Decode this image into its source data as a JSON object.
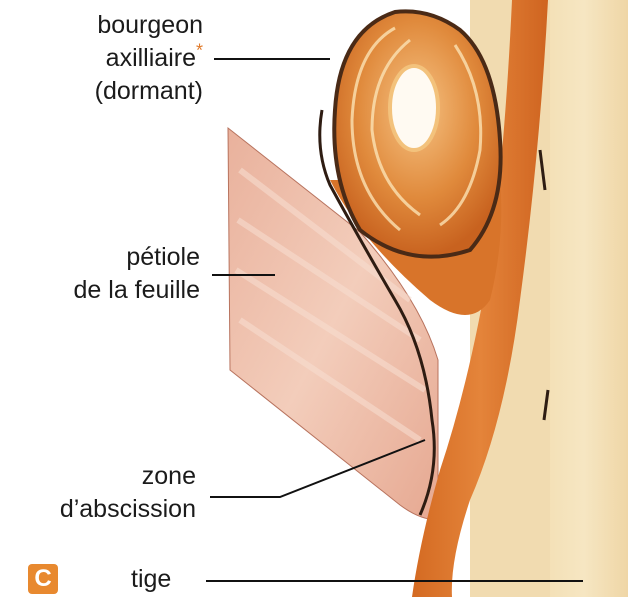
{
  "labels": {
    "bourgeon": [
      "bourgeon",
      "axilliaire",
      "(dormant)"
    ],
    "bourgeon_marker": "*",
    "petiole": [
      "pétiole",
      "de la feuille"
    ],
    "zone": [
      "zone",
      "d’abscission"
    ],
    "tige": "tige"
  },
  "panel_letter": "C",
  "colors": {
    "stem_tissue": "#d9772a",
    "stem_light": "#f0d9a8",
    "petiole_pink": "#e8b4a0",
    "bud_orange": "#e08a3c",
    "outline_dark": "#3a2418",
    "badge": "#e8892f",
    "asterisk": "#e07a2a"
  }
}
